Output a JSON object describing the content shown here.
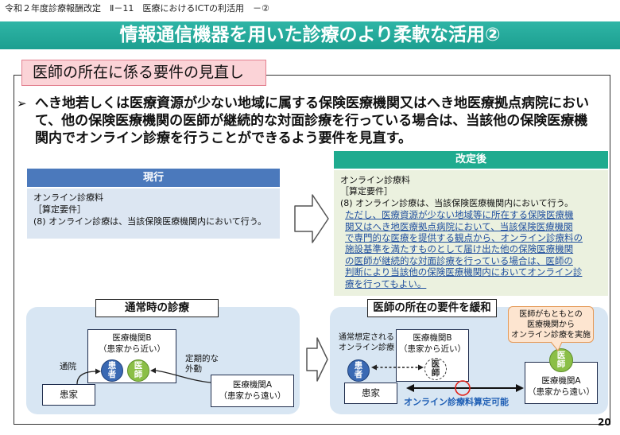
{
  "header": {
    "breadcrumb": "令和２年度診療報酬改定　Ⅱ－11　医療におけるICTの利活用　－②"
  },
  "title": "情報通信機器を用いた診療のより柔軟な活用②",
  "section_label": "医師の所在に係る要件の見直し",
  "summary": {
    "bullet": "➢",
    "lines": [
      "へき地若しくは医療資源が少ない地域に属する保険医療機関又はへき地医療拠点病院におい",
      "て、他の保険医療機関の医師が継続的な対面診療を行っている場合は、当該他の保険医療機",
      "関内でオンライン診療を行うことができるよう要件を見直す。"
    ]
  },
  "current": {
    "heading": "現行",
    "lines": [
      "オンライン診療料",
      "［算定要件］",
      "(8) オンライン診療は、当該保険医療機関内において行う。"
    ]
  },
  "revised": {
    "heading": "改定後",
    "lines": [
      "オンライン診療料",
      "［算定要件］",
      "(8) オンライン診療は、当該保険医療機関内において行う。"
    ],
    "addition_lines": [
      "ただし、医療資源が少ない地域等に所在する保険医療機",
      "関又はへき地医療拠点病院において、当該保険医療機関",
      "で専門的な医療を提供する観点から、オンライン診療料の",
      "施設基準を満たすものとして届け出た他の保険医療機関",
      "の医師が継続的な対面診療を行っている場合は、医師の",
      "判断により当該他の保険医療機関内においてオンライン診",
      "療を行ってもよい。"
    ]
  },
  "diagram_usual": {
    "label": "通常時の診療",
    "clinic_b": {
      "name": "医療機関B",
      "note": "（患家から近い）"
    },
    "patient": "患者",
    "doctor": "医師",
    "visit_label": "通院",
    "home": "患家",
    "outreach_label": "定期的な外勤",
    "clinic_a": {
      "name": "医療機関A",
      "note": "（患家から遠い）"
    }
  },
  "diagram_relaxed": {
    "label": "医師の所在の要件を緩和",
    "callout_lines": [
      "医師がもともとの",
      "医療機関から",
      "オンライン診療を実施"
    ],
    "usual_online_lines": [
      "通常想定される",
      "オンライン診療"
    ],
    "clinic_b": {
      "name": "医療機関B",
      "note": "（患家から近い）"
    },
    "doctor_usual": "医師",
    "patient": "患者",
    "home": "患家",
    "clinic_a": {
      "name": "医療機関A",
      "note": "（患家から遠い）"
    },
    "doctor_remote": "医師",
    "billing_label": "オンライン診療料算定可能"
  },
  "page_number": "20",
  "colors": {
    "title_band": "#1c9f90",
    "title_band_light": "#2fb5a6",
    "label_fill": "#fbd3d7",
    "label_border": "#e3808f",
    "current_header": "#4b79bc",
    "current_fill": "#dce6f2",
    "revised_header": "#1fab8f",
    "revised_fill": "#ebf1df",
    "addition_text": "#1f4e9e",
    "panel_fill": "#d8e6f3",
    "patient": "#3a69b3",
    "doctor": "#8bbf47",
    "callout_fill": "#fde5d0",
    "callout_border": "#e59a58",
    "billing_text": "#1f5fb5",
    "highlight_circle": "#e2231a"
  }
}
